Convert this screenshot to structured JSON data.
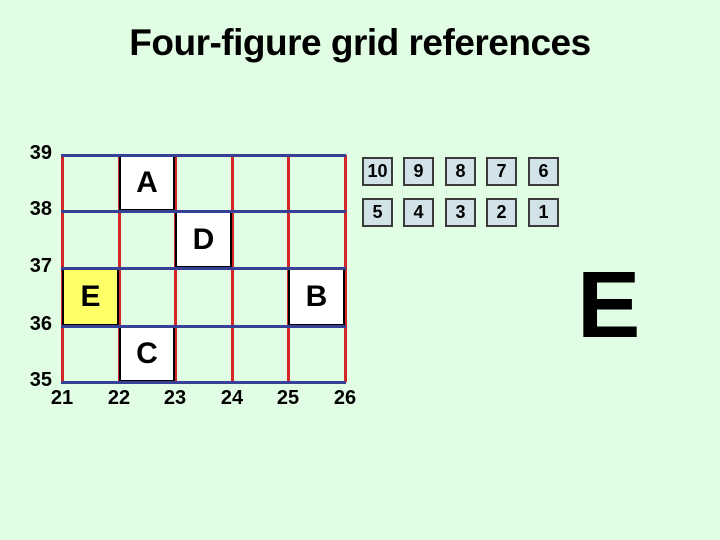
{
  "slide": {
    "title": "Four-figure grid references",
    "background_color": "#e1fde3",
    "title_color": "#000000"
  },
  "grid": {
    "eastings": [
      "21",
      "22",
      "23",
      "24",
      "25",
      "26"
    ],
    "northings": [
      "39",
      "38",
      "37",
      "36",
      "35"
    ],
    "line_colors": {
      "horizontal": "#364095",
      "vertical": "#d42727"
    },
    "cell_border_color": "#000000",
    "markers": [
      {
        "letter": "A",
        "easting": "22",
        "northing": "38",
        "fill": "#ffffff"
      },
      {
        "letter": "D",
        "easting": "23",
        "northing": "37",
        "fill": "#ffffff"
      },
      {
        "letter": "E",
        "easting": "21",
        "northing": "36",
        "fill": "#ffff66"
      },
      {
        "letter": "B",
        "easting": "25",
        "northing": "36",
        "fill": "#ffffff"
      },
      {
        "letter": "C",
        "easting": "22",
        "northing": "35",
        "fill": "#ffffff"
      }
    ]
  },
  "answer_buttons": {
    "row1": [
      "10",
      "9",
      "8",
      "7",
      "6"
    ],
    "row2": [
      "5",
      "4",
      "3",
      "2",
      "1"
    ],
    "fill": "#d2e2e9"
  },
  "big_letter": "E"
}
